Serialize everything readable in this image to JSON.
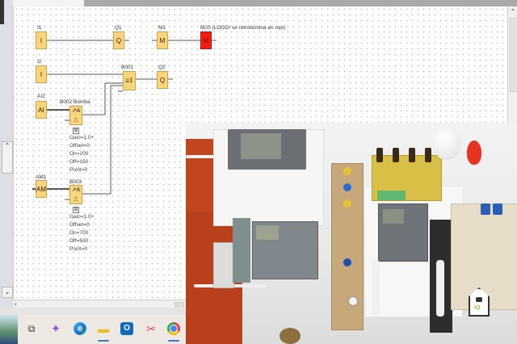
{
  "diagram": {
    "blocks": [
      {
        "id": "I1",
        "label": "I1",
        "glyph": "I",
        "type": "digital-input"
      },
      {
        "id": "Q1",
        "label": "Q1",
        "glyph": "Q",
        "type": "digital-output"
      },
      {
        "id": "M1",
        "label": "M1",
        "glyph": "M",
        "type": "flag"
      },
      {
        "id": "M20",
        "label": "M20 (LOGO! se retroilumina en rojo)",
        "glyph": "M",
        "type": "flag-backlight-red"
      },
      {
        "id": "I2",
        "label": "I2",
        "glyph": "I",
        "type": "digital-input"
      },
      {
        "id": "B001",
        "label": "B001",
        "glyph": "≥1",
        "type": "or-gate"
      },
      {
        "id": "Q2",
        "label": "Q2",
        "glyph": "Q",
        "type": "digital-output"
      },
      {
        "id": "AI2",
        "label": "AI2",
        "glyph": "AI",
        "type": "analog-input"
      },
      {
        "id": "B002",
        "label": "B002 Bomba",
        "glyph": "↗A",
        "type": "analog-threshold-trigger"
      },
      {
        "id": "AM1",
        "label": "AM1",
        "glyph": "AM",
        "type": "analog-flag"
      },
      {
        "id": "B003",
        "label": "B003",
        "glyph": "↗A",
        "type": "analog-threshold-trigger"
      }
    ],
    "b002_params": [
      "Gain=1.0+",
      "Offset=0",
      "On=200",
      "Off=150",
      "Point=0"
    ],
    "b003_params": [
      "Gain=1.0+",
      "Offset=0",
      "On=700",
      "Off=500",
      "Point=0"
    ],
    "expander_glyph": "⊞"
  },
  "scrollbars": {
    "up_arrow": "⌃",
    "down_arrow": "⌄",
    "left_arrow": "‹"
  },
  "taskbar": {
    "items": [
      {
        "name": "task-view",
        "glyph": "⧉"
      },
      {
        "name": "copilot",
        "glyph": "✦"
      },
      {
        "name": "edge",
        "glyph": "e"
      },
      {
        "name": "file-explorer",
        "glyph": "▬"
      },
      {
        "name": "outlook",
        "glyph": "O"
      },
      {
        "name": "snipping-tool",
        "glyph": "✂"
      },
      {
        "name": "chrome",
        "glyph": "◉"
      }
    ]
  },
  "overlay": {
    "watermark_text": "IO"
  },
  "colors": {
    "block_fill": "#fcd57a",
    "block_red": "#f21d0f",
    "wire": "#555555",
    "taskbar_accent": "#3b7bd6"
  }
}
